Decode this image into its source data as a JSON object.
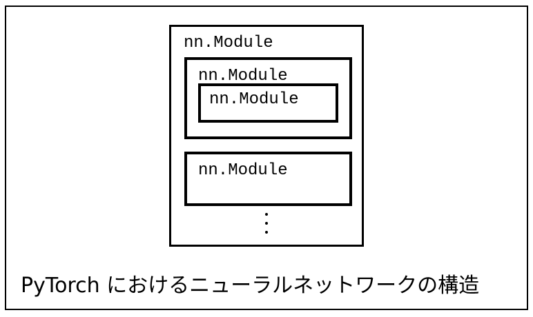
{
  "figure": {
    "caption": "PyTorch におけるニューラルネットワークの構造",
    "border_color": "#000000",
    "background_color": "#ffffff"
  },
  "diagram": {
    "type": "nested-containment",
    "root": {
      "label": "nn.Module",
      "children": [
        {
          "label": "nn.Module",
          "children": [
            {
              "label": "nn.Module",
              "children": []
            }
          ]
        },
        {
          "label": "nn.Module",
          "children": []
        }
      ],
      "continuation": {
        "glyph": "vertical-ellipsis",
        "dot_count": 3
      }
    }
  }
}
